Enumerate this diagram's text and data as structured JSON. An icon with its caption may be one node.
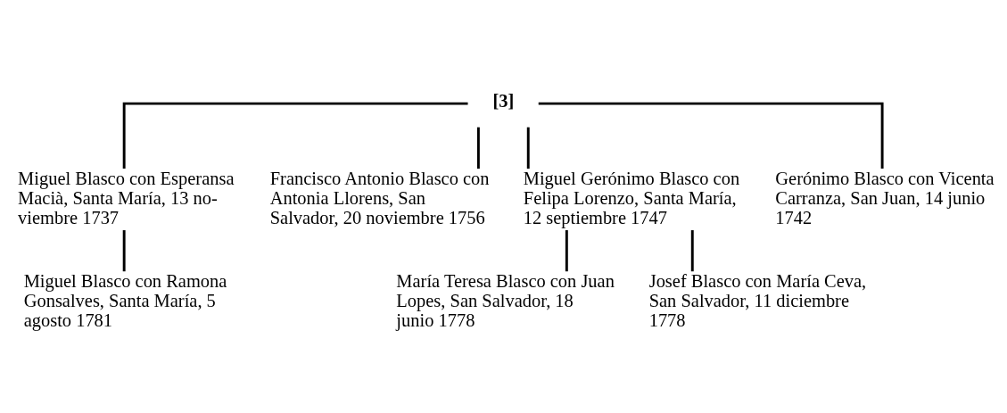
{
  "diagram": {
    "nodes": [
      {
        "text": [
          "[3]"
        ]
      },
      {
        "text": [
          "Miguel Blasco con Esperansa Macià, Santa María, 13 no- viembre 1737"
        ]
      },
      {
        "text": [
          "Francisco Antonio Blasco con Antonia Llorens, San Salvador, 20 noviembre 1756"
        ]
      },
      {
        "text": [
          "Miguel Gerónimo Blasco con Felipa Lorenzo, Santa María, 12 septiembre 1747"
        ]
      },
      {
        "text": [
          "Gerónimo Blasco con Vicenta Carranza, San Juan, 14 junio 1742"
        ]
      },
      {
        "text": [
          "Miguel Blasco con Ramona Gonsalves, Santa María, 5 agosto 1781"
        ]
      },
      {
        "text": [
          "María Teresa Blasco con Juan Lopes, San Salvador, 18 junio 1778"
        ]
      },
      {
        "text": [
          "Josef Blasco con María Ceva, San Salvador, 11 diciembre 1778"
        ]
      }
    ],
    "edges": [
      {
        "from": 0,
        "to": 1,
        "arrow": "none"
      },
      {
        "from": 0,
        "to": 2,
        "arrow": "none"
      },
      {
        "from": 0,
        "to": 3,
        "arrow": "none"
      },
      {
        "from": 0,
        "to": 4,
        "arrow": "none"
      },
      {
        "from": 1,
        "to": 5,
        "arrow": "none"
      },
      {
        "from": 3,
        "to": 6,
        "arrow": "none"
      },
      {
        "from": 3,
        "to": 7,
        "arrow": "none"
      }
    ]
  }
}
